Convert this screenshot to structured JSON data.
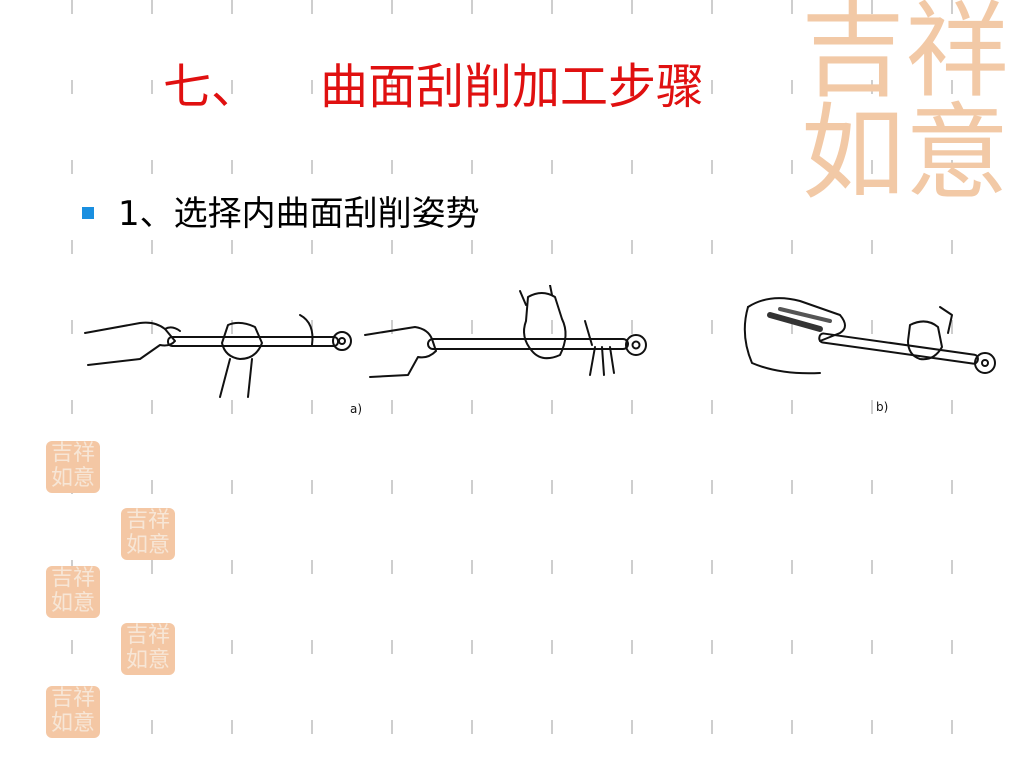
{
  "slide": {
    "title": "七、    曲面刮削加工步骤",
    "bullet_text": "1、选择内曲面刮削姿势"
  },
  "figure": {
    "label_a": "a)",
    "label_b": "b)"
  },
  "decoration": {
    "seal_text_line1": "吉祥",
    "seal_text_line2": "如意"
  },
  "colors": {
    "title": "#e01010",
    "bullet": "#1a8fe0",
    "seal": "#f4c7a4",
    "grid": "#bdbdbd"
  }
}
